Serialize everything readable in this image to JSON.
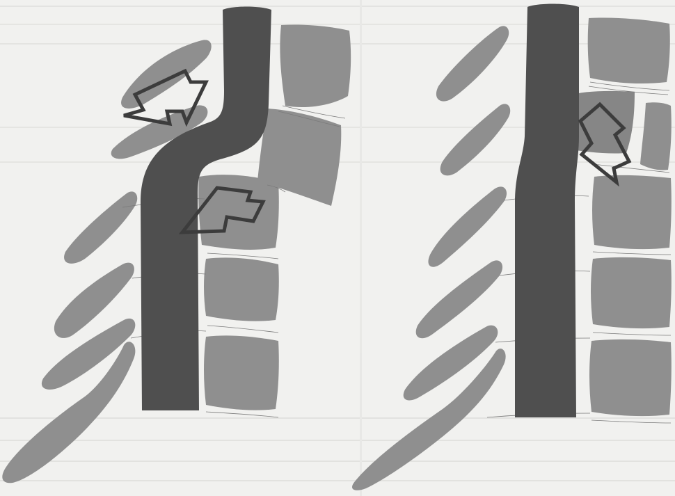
{
  "figure": {
    "panels": [
      {
        "id": "left",
        "description_name": "cervical-spine-hyperextension-illustration"
      },
      {
        "id": "right",
        "description_name": "cervical-spine-fracture-illustration"
      }
    ],
    "colors": {
      "background": "#f1f1ef",
      "bone": "#8f8f8f",
      "spinal_cord": "#4f4f4f",
      "arrow_outline": "#3c3c3c"
    },
    "icons": [
      "outline-arrow-icon"
    ]
  }
}
